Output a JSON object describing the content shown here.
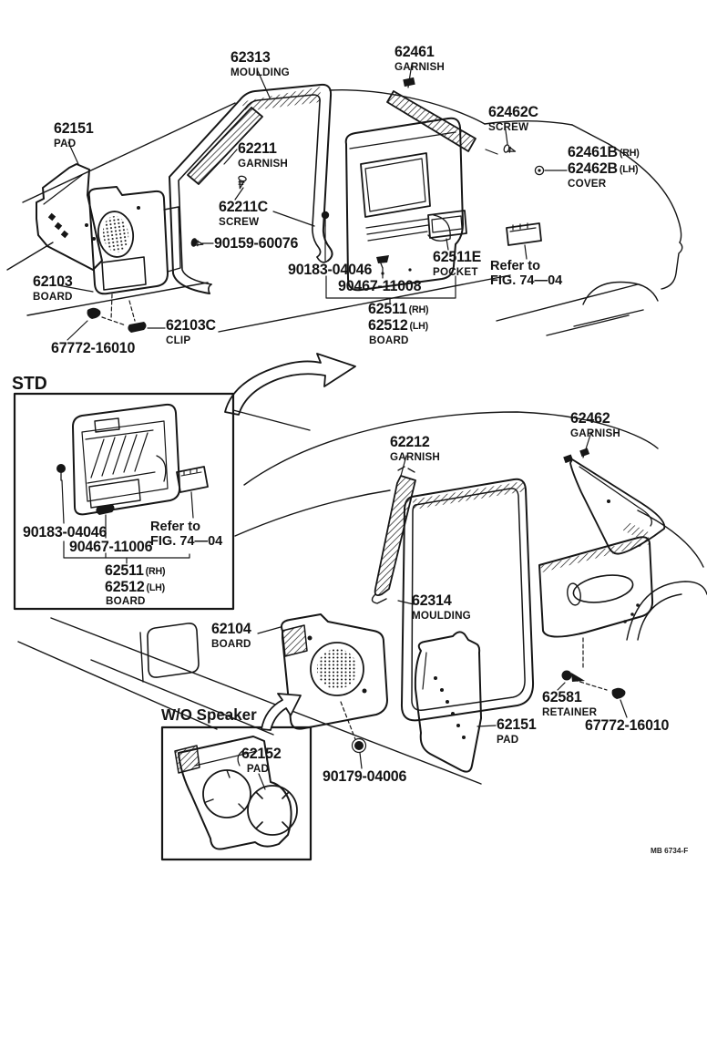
{
  "colors": {
    "paper": "#ffffff",
    "ink": "#161616"
  },
  "code_stamp": "MB 6734-F",
  "sections": {
    "std_title": "STD",
    "wos_title": "W/O Speaker"
  },
  "labels": {
    "m62313": {
      "num": "62313",
      "desc": "MOULDING"
    },
    "g62461": {
      "num": "62461",
      "desc": "GARNISH"
    },
    "s62462C": {
      "num": "62462C",
      "desc": "SCREW"
    },
    "c62461B": {
      "num": "62461B",
      "suffix": "(RH)"
    },
    "c62462B": {
      "num": "62462B",
      "suffix": "(LH)"
    },
    "c_cover": {
      "desc": "COVER"
    },
    "p62151u": {
      "num": "62151",
      "desc": "PAD"
    },
    "g62211": {
      "num": "62211",
      "desc": "GARNISH"
    },
    "s62211C": {
      "num": "62211C",
      "desc": "SCREW"
    },
    "n90159": {
      "num": "90159-60076"
    },
    "n90183u": {
      "num": "90183-04046"
    },
    "n90467u": {
      "num": "90467-11008"
    },
    "pk62511E": {
      "num": "62511E",
      "desc": "POCKET"
    },
    "refer_u": {
      "line1": "Refer to",
      "line2": "FIG. 74—04"
    },
    "b62511u": {
      "num": "62511",
      "suffix": "(RH)"
    },
    "b62512u": {
      "num": "62512",
      "suffix": "(LH)"
    },
    "b_board_u": {
      "desc": "BOARD"
    },
    "b62103": {
      "num": "62103",
      "desc": "BOARD"
    },
    "c62103C": {
      "num": "62103C",
      "desc": "CLIP"
    },
    "n67772u": {
      "num": "67772-16010"
    },
    "n90183s": {
      "num": "90183-04046"
    },
    "n90467s": {
      "num": "90467-11006"
    },
    "refer_s": {
      "line1": "Refer to",
      "line2": "FIG. 74—04"
    },
    "b62511s": {
      "num": "62511",
      "suffix": "(RH)"
    },
    "b62512s": {
      "num": "62512",
      "suffix": "(LH)"
    },
    "b_board_s": {
      "desc": "BOARD"
    },
    "g62212": {
      "num": "62212",
      "desc": "GARNISH"
    },
    "g62462": {
      "num": "62462",
      "desc": "GARNISH"
    },
    "m62314": {
      "num": "62314",
      "desc": "MOULDING"
    },
    "b62104": {
      "num": "62104",
      "desc": "BOARD"
    },
    "p62152": {
      "num": "62152",
      "desc": "PAD"
    },
    "n90179": {
      "num": "90179-04006"
    },
    "r62581": {
      "num": "62581",
      "desc": "RETAINER"
    },
    "n67772l": {
      "num": "67772-16010"
    },
    "p62151l": {
      "num": "62151",
      "desc": "PAD"
    }
  }
}
